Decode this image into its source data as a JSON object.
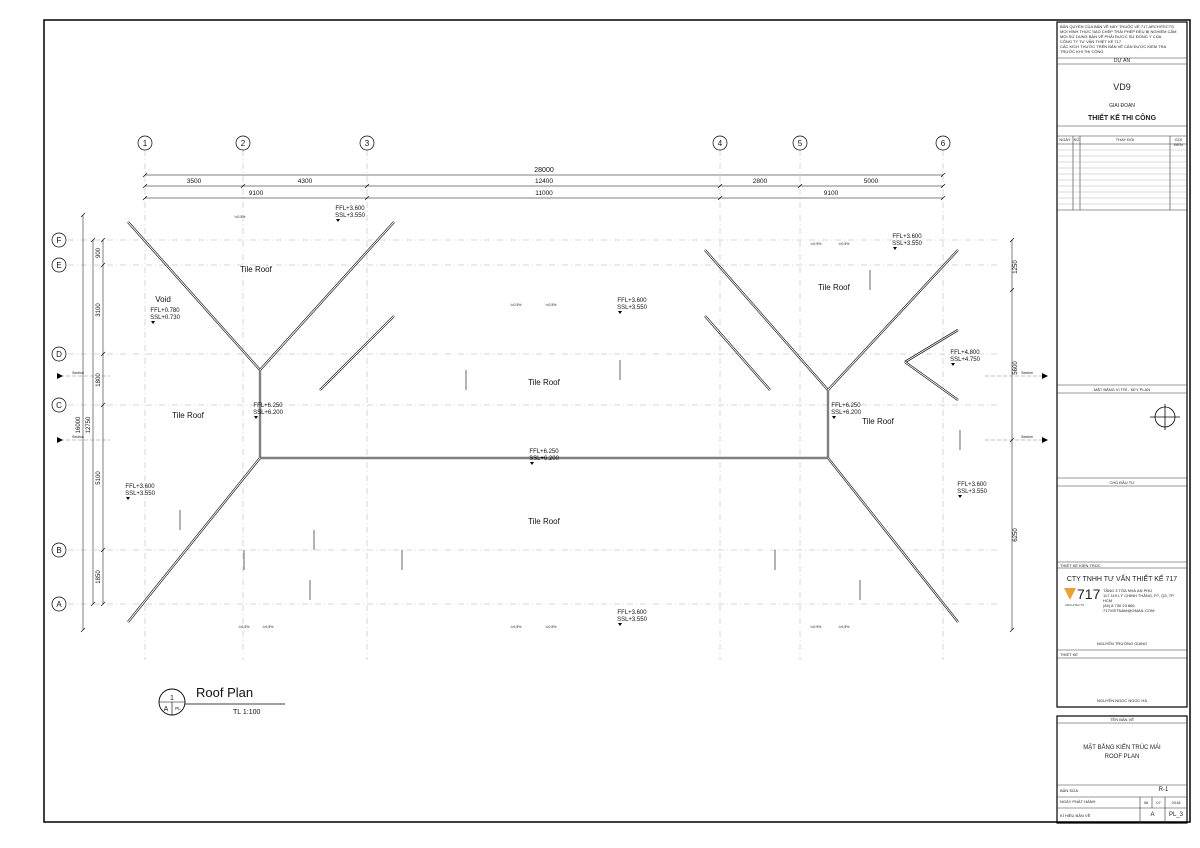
{
  "title_block": {
    "copyright_lines": [
      "BẢN QUYỀN CỦA BẢN VẼ NÀY THUỘC VỀ 717 ARCHITECTS",
      "MỌI HÌNH THỨC SAO CHÉP TRÁI PHÉP ĐỀU BỊ NGHIÊM CẤM",
      "MỌI SỬ DỤNG BẢN VẼ PHẢI ĐƯỢC SỰ ĐỒNG Ý CỦA",
      "CÔNG TY TƯ VẤN THIẾT KẾ 717",
      "CÁC KÍCH THƯỚC TRÊN BẢN VẼ CẦN ĐƯỢC KIỂM TRA",
      "TRƯỚC KHI THI CÔNG"
    ],
    "project_label": "DỰ ÁN",
    "project_name": "VD9",
    "phase_label": "GIAI ĐOẠN",
    "phase_name": "THIẾT KẾ THI CÔNG",
    "revision_headers": [
      "NGÀY",
      "SỐ",
      "THAY ĐỔI",
      "GỢI ĐẾN"
    ],
    "key_plan_label": "MẶT BẰNG VỊ TRÍ - KEY PLAN",
    "owner_label": "CHỦ ĐẦU TƯ",
    "architect_label": "THIẾT KẾ KIẾN TRÚC",
    "company_name": "CTY TNHH TƯ VẤN THIẾT KẾ 717",
    "logo_text": "717",
    "logo_sub": "ARCHITECTS",
    "company_address": [
      "TẦNG 3 TÒA NHÀ AN PHÚ",
      "117-119 LÝ CHÍNH THẮNG, P7, Q3, TP. HCM",
      "(84) 8 730 23 866",
      "717VIETNAM@GMAIL.COM"
    ],
    "principal_name": "NGUYỄN TRƯỜNG GIANG",
    "designer_label": "THIẾT KẾ",
    "designer_name": "NGUYỄN NGỌC NGỌC HÀ",
    "drawing_title_label": "TÊN BẢN VẼ",
    "drawing_title_1": "MẶT BẰNG KIẾN TRÚC MÁI",
    "drawing_title_2": "ROOF PLAN",
    "revision_label": "BẢN SỬA",
    "revision_value": "R-1",
    "issue_date_label": "NGÀY PHÁT HÀNH",
    "issue_date": [
      "06",
      "07",
      "2018"
    ],
    "drawing_no_label": "KÍ HIỆU BẢN VẼ",
    "drawing_no": [
      "A",
      "PL_3"
    ]
  },
  "plan": {
    "grid_columns": [
      "1",
      "2",
      "3",
      "4",
      "5",
      "6"
    ],
    "grid_rows": [
      "F",
      "E",
      "D",
      "C",
      "B",
      "A"
    ],
    "dims_top_total": "28000",
    "dims_top_mid": [
      "3500",
      "4300",
      "12400",
      "2800",
      "5000"
    ],
    "dims_top_low": [
      "9100",
      "11000",
      "9100"
    ],
    "dims_left": [
      "900",
      "3100",
      "1800",
      "5100",
      "1850"
    ],
    "dims_left_total": [
      "16000",
      "12750"
    ],
    "dims_right": [
      "1250",
      "5600",
      "6250"
    ],
    "roof_labels": [
      "Tile Roof",
      "Tile Roof",
      "Tile Roof",
      "Tile Roof",
      "Tile Roof",
      "Tile Roof"
    ],
    "void_label": "Void",
    "levels": [
      {
        "ffl": "FFL+3.600",
        "ssl": "SSL+3.550"
      },
      {
        "ffl": "FFL+0.780",
        "ssl": "SSL+0.730"
      },
      {
        "ffl": "FFL+3.600",
        "ssl": "SSL+3.550"
      },
      {
        "ffl": "FFL+3.600",
        "ssl": "SSL+3.550"
      },
      {
        "ffl": "FFL+4.800",
        "ssl": "SSL+4.750"
      },
      {
        "ffl": "FFL+6.250",
        "ssl": "SSL+6.200"
      },
      {
        "ffl": "FFL+6.250",
        "ssl": "SSL+6.200"
      },
      {
        "ffl": "FFL+6.250",
        "ssl": "SSL+6.200"
      },
      {
        "ffl": "FFL+3.600",
        "ssl": "SSL+3.550"
      },
      {
        "ffl": "FFL+3.600",
        "ssl": "SSL+3.550"
      },
      {
        "ffl": "FFL+3.600",
        "ssl": "SSL+3.550"
      }
    ],
    "slope_label": "i=0.5%",
    "section_label": "Section",
    "plan_title": "Roof Plan",
    "plan_scale": "TL 1:100",
    "plan_tag_num": "1",
    "plan_tag_sheet": "A",
    "plan_tag_ref": "PL"
  }
}
